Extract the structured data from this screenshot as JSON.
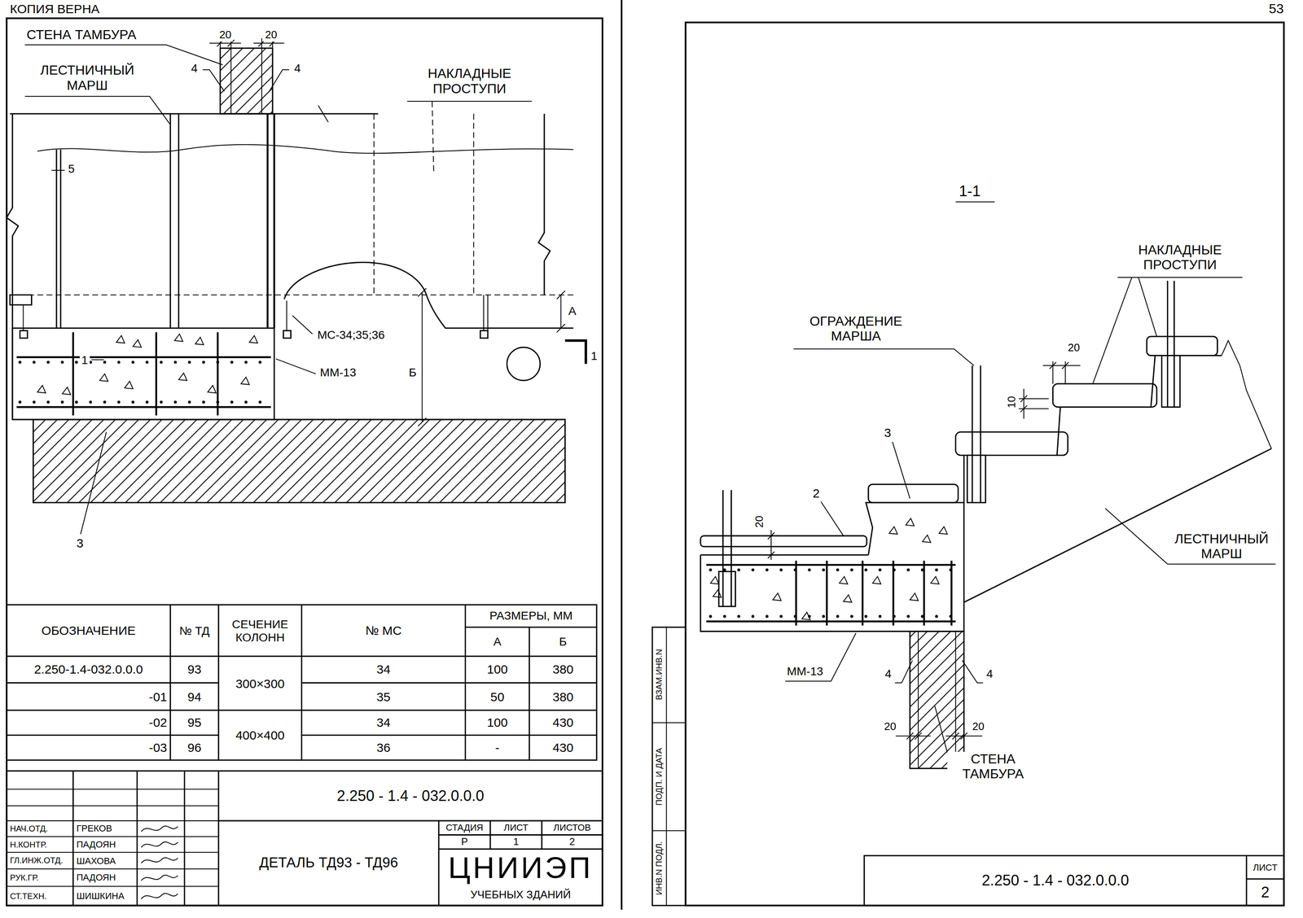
{
  "diagram": {
    "labels": [
      "КОПИЯ ВЕРНА",
      "СТЕНА ТАМБУРА",
      "20",
      "20",
      "4",
      "4",
      "ЛЕСТНИЧНЫЙ МАРШ",
      "НАКЛАДНЫЕ ПРОСТУПИ",
      "5",
      "МС-34;35;36",
      "ММ-13",
      "1",
      "1",
      "А",
      "Б",
      "3",
      "ОБОЗНАЧЕНИЕ",
      "№ ТД",
      "СЕЧЕНИЕ КОЛОНН",
      "№ МС",
      "РАЗМЕРЫ, ММ",
      "А",
      "Б",
      "2.250-1.4-032.0.0.0",
      "93",
      "300×300",
      "34",
      "100",
      "380",
      "-01",
      "94",
      "35",
      "50",
      "380",
      "-02",
      "95",
      "400×400",
      "34",
      "100",
      "430",
      "-03",
      "96",
      "36",
      "-",
      "430",
      "2.250 - 1.4 - 032.0.0.0",
      "НАЧ.ОТД.",
      "ГРЕКОВ",
      "Н.КОНТР.",
      "ПАДОЯН",
      "ГЛ.ИНЖ.ОТД.",
      "ШАХОВА",
      "РУК.ГР.",
      "ПАДОЯН",
      "СТ.ТЕХН.",
      "ШИШКИНА",
      "ДЕТАЛЬ ТД93 - ТД96",
      "СТАДИЯ",
      "ЛИСТ",
      "ЛИСТОВ",
      "Р",
      "1",
      "2",
      "ЦНИИЭП",
      "УЧЕБНЫХ ЗДАНИЙ",
      "53",
      "1-1",
      "НАКЛАДНЫЕ ПРОСТУПИ",
      "ОГРАЖДЕНИЕ МАРША",
      "20",
      "10",
      "3",
      "2",
      "20",
      "ЛЕСТНИЧНЫЙ МАРШ",
      "ММ-13",
      "4",
      "4",
      "20",
      "20",
      "СТЕНА ТАМБУРА",
      "ИНВ.N ПОДЛ.",
      "ПОДП. И ДАТА",
      "ВЗАМ.ИНВ.N",
      "2.250 - 1.4 - 032.0.0.0",
      "ЛИСТ",
      "2"
    ]
  }
}
